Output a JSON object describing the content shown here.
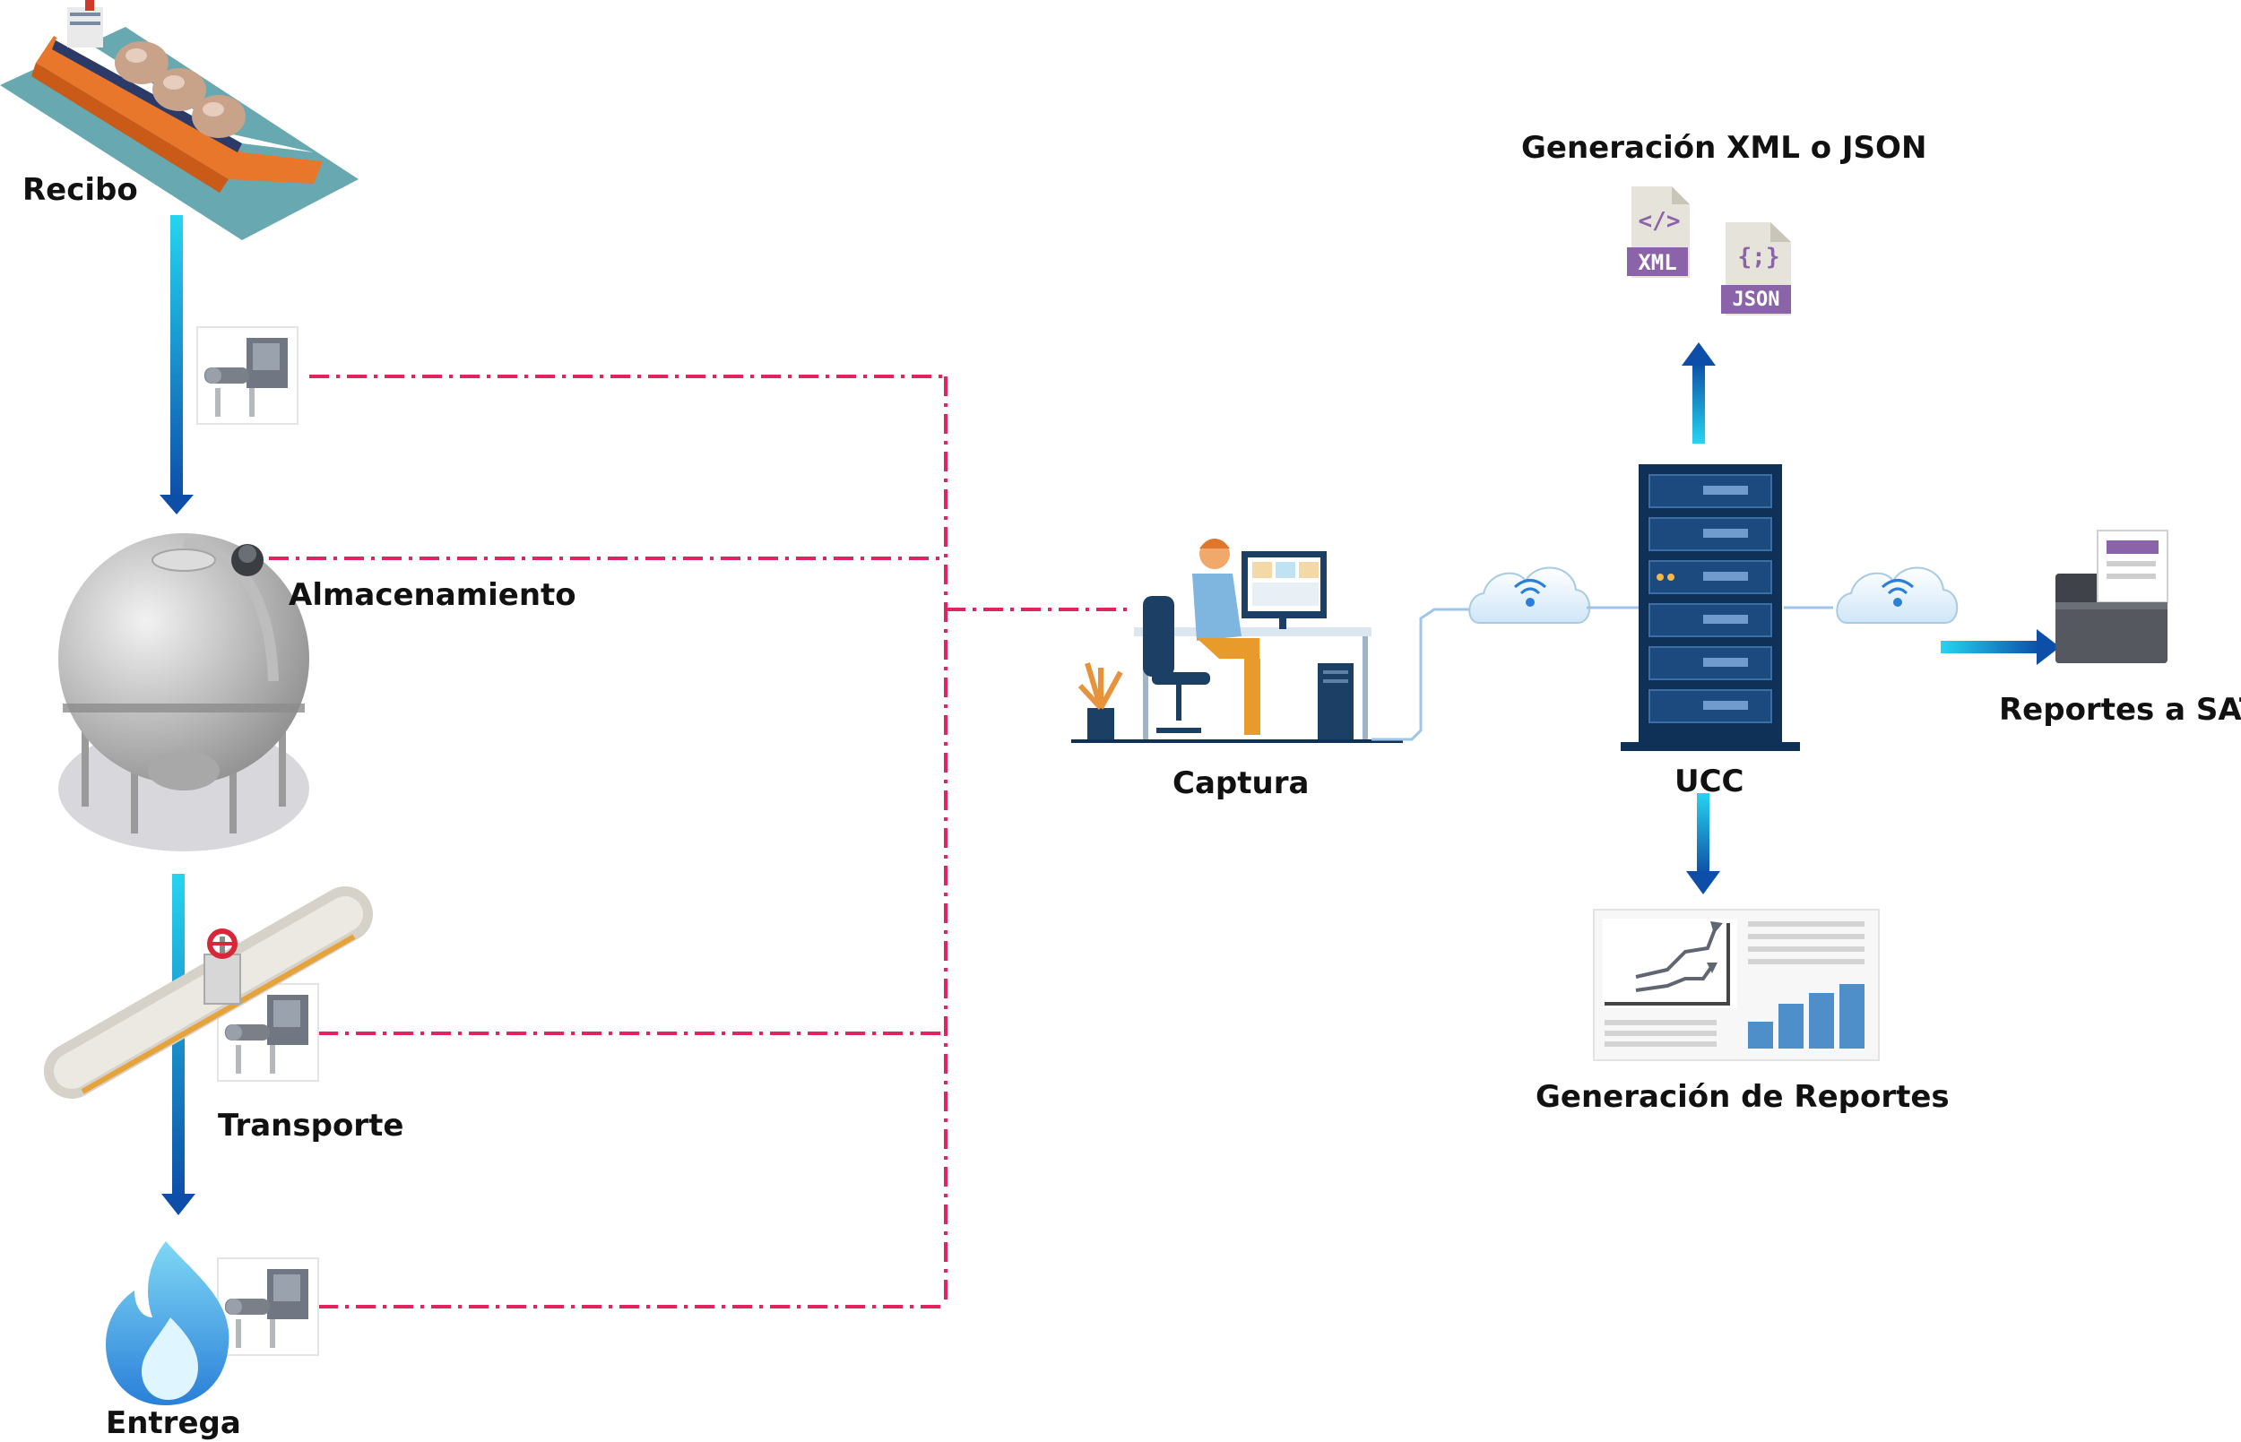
{
  "labels": {
    "recibo": "Recibo",
    "almacenamiento": "Almacenamiento",
    "transporte": "Transporte",
    "entrega": "Entrega",
    "captura": "Captura",
    "ucc": "UCC",
    "generacion_xml_json": "Generación XML o JSON",
    "reportes_sat": "Reportes a SAT",
    "generacion_reportes": "Generación de Reportes"
  },
  "file_icons": {
    "xml_tag": "XML",
    "xml_symbol": "</>",
    "json_tag": "JSON",
    "json_symbol": "{;}"
  },
  "colors": {
    "connector_dashed": "#e0245e",
    "flow_arrow_top": "#25d5f0",
    "flow_arrow_bottom": "#0d4fa8",
    "file_icon_purple": "#8a63a8",
    "server_navy": "#0f3057"
  }
}
